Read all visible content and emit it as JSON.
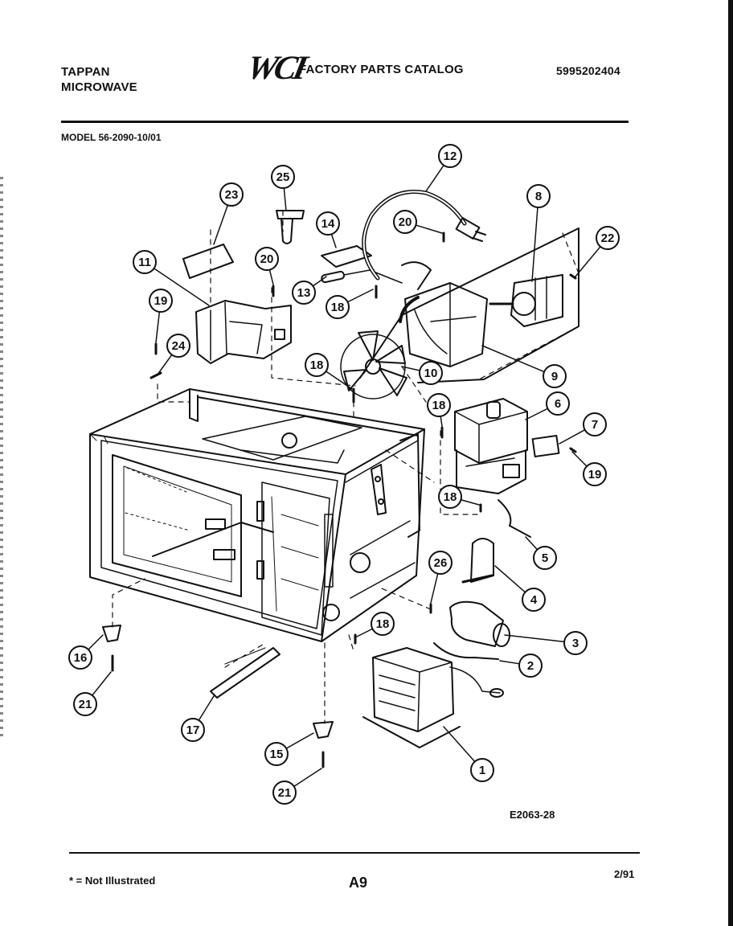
{
  "header": {
    "brand_line1": "TAPPAN",
    "brand_line2": "MICROWAVE",
    "logo": "WCI",
    "catalog_title": "FACTORY PARTS CATALOG",
    "part_number": "5995202404"
  },
  "model": "MODEL 56-2090-10/01",
  "drawing_ref": "E2063-28",
  "footer": {
    "note": "* = Not Illustrated",
    "page": "A9",
    "date": "2/91"
  },
  "callouts": [
    "25",
    "23",
    "14",
    "12",
    "20",
    "8",
    "22",
    "11",
    "20",
    "13",
    "18",
    "19",
    "24",
    "18",
    "10",
    "9",
    "18",
    "6",
    "7",
    "19",
    "18",
    "5",
    "4",
    "26",
    "3",
    "18",
    "2",
    "16",
    "21",
    "17",
    "15",
    "21",
    "1"
  ],
  "colors": {
    "ink": "#111111",
    "paper": "#ffffff"
  }
}
